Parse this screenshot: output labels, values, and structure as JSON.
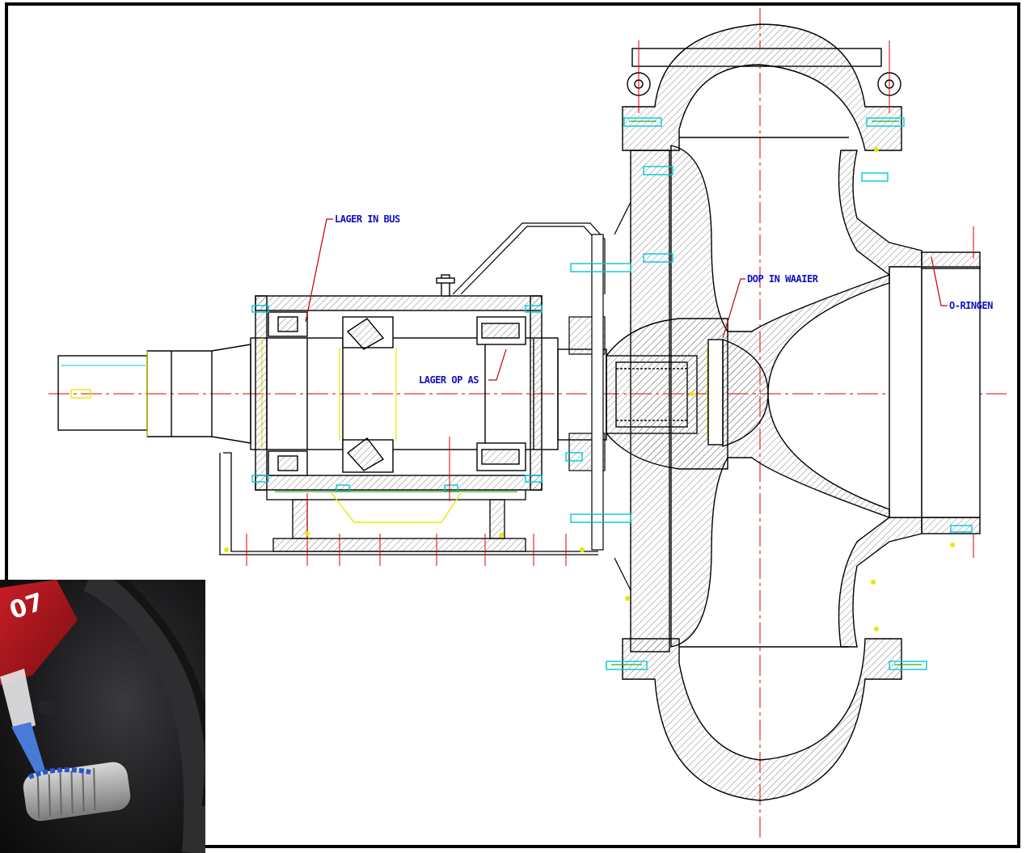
{
  "labels": {
    "lager_in_bus": "LAGER IN BUS",
    "lager_op_as": "LAGER OP AS",
    "dop_in_waaier": "DOP IN WAAIER",
    "o_ringen": "O-RINGEN"
  },
  "photo": {
    "bottle_print": "07"
  },
  "colors": {
    "outline": "#000000",
    "centerline": "#e00000",
    "construction": "#e8e800",
    "fastener": "#00c8d8",
    "annotation": "#1010c0",
    "leader": "#c00000",
    "hatch": "#606060"
  }
}
